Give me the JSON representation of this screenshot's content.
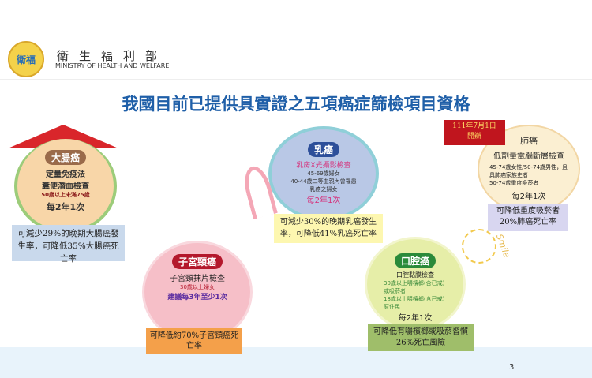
{
  "header": {
    "logo_text": "衛福",
    "org_cn": "衛生福利部",
    "org_en": "MINISTRY OF HEALTH AND WELFARE"
  },
  "title": "我國目前已提供具實證之五項癌症篩檢項目資格",
  "colorectal": {
    "badge": "大腸癌",
    "method1": "定量免疫法",
    "method2": "糞便潛血檢查",
    "eligibility": "50歲以上未滿75歲",
    "frequency": "每2年1次",
    "benefit": "可減少29%的晚期大腸癌發生率，可降低35%大腸癌死亡率"
  },
  "breast": {
    "badge": "乳癌",
    "method": "乳房X光攝影檢查",
    "elig1": "45-69歲婦女",
    "elig2": "40-44歲二等血親內曾罹患乳癌之婦女",
    "frequency": "每2年1次",
    "benefit": "可減少30%的晚期乳癌發生率，可降低41%乳癌死亡率"
  },
  "lung": {
    "banner_date": "111年7月1日",
    "banner_status": "開辦",
    "name": "肺癌",
    "method": "低劑量電腦斷層檢查",
    "elig1": "45-74歲女性/50-74歲男性，且具肺癌家族史者",
    "elig2": "50-74歲重度吸菸者",
    "frequency": "每2年1次",
    "benefit": "可降低重度吸菸者20%肺癌死亡率"
  },
  "cervical": {
    "badge": "子宮頸癌",
    "method": "子宮頸抹片檢查",
    "eligibility": "30歲以上婦女",
    "frequency": "建議每3年至少1次",
    "benefit": "可降低約70%子宮頸癌死亡率"
  },
  "oral": {
    "badge": "口腔癌",
    "method": "口腔黏膜檢查",
    "elig1": "30歲以上嚼檳榔(含已戒)或吸菸者",
    "elig2": "18歲以上嚼檳榔(含已戒)原住民",
    "frequency": "每2年1次",
    "benefit": "可降低有嚼檳榔或吸菸習慣26%死亡風險"
  },
  "decor": {
    "smile": "Smile"
  },
  "page_number": "3"
}
